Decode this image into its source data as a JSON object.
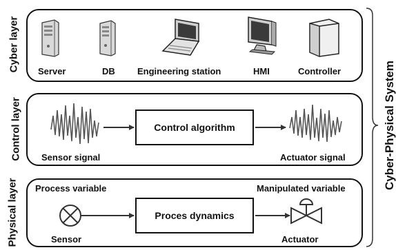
{
  "system_label": "Cyber-Physical System",
  "cyber_layer": {
    "label": "Cyber layer",
    "devices": [
      {
        "label": "Server",
        "icon": "server-icon"
      },
      {
        "label": "DB",
        "icon": "database-server-icon"
      },
      {
        "label": "Engineering station",
        "icon": "laptop-icon"
      },
      {
        "label": "HMI",
        "icon": "monitor-icon"
      },
      {
        "label": "Controller",
        "icon": "controller-box-icon"
      }
    ]
  },
  "control_layer": {
    "label": "Control layer",
    "block": "Control algorithm",
    "input_label": "Sensor signal",
    "output_label": "Actuator signal"
  },
  "physical_layer": {
    "label": "Physical layer",
    "block": "Proces dynamics",
    "input_label": "Process variable",
    "output_label": "Manipulated variable",
    "sensor_label": "Sensor",
    "actuator_label": "Actuator"
  },
  "colors": {
    "line": "#111111",
    "signal": "#555555",
    "device_fill": "#e6e6e6"
  }
}
